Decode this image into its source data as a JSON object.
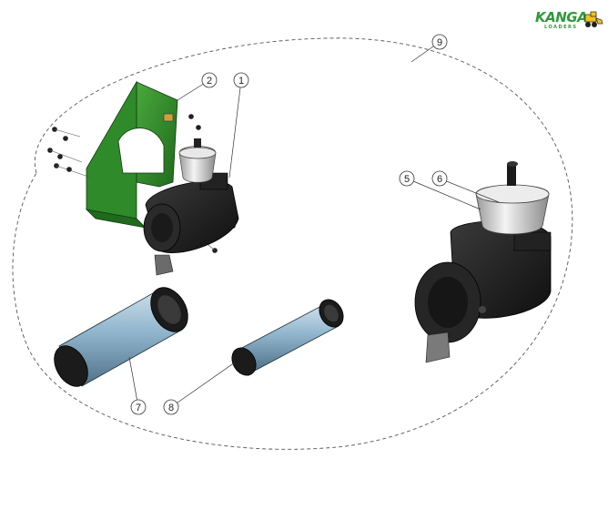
{
  "brand": {
    "name": "KANGA",
    "tagline": "LOADERS",
    "icon": "loader-vehicle-icon",
    "colors": {
      "green": "#2d9a3a",
      "yellow": "#f2c21b"
    }
  },
  "callouts": [
    "1",
    "2",
    "5",
    "6",
    "7",
    "8",
    "9"
  ],
  "colors": {
    "bracket": "#2f8a2a",
    "housing": "#1c1c1c",
    "filter_body": "#8fb4cc",
    "bowl": "#d6d6d6",
    "leader": "#333333",
    "boundary": "#555555"
  }
}
